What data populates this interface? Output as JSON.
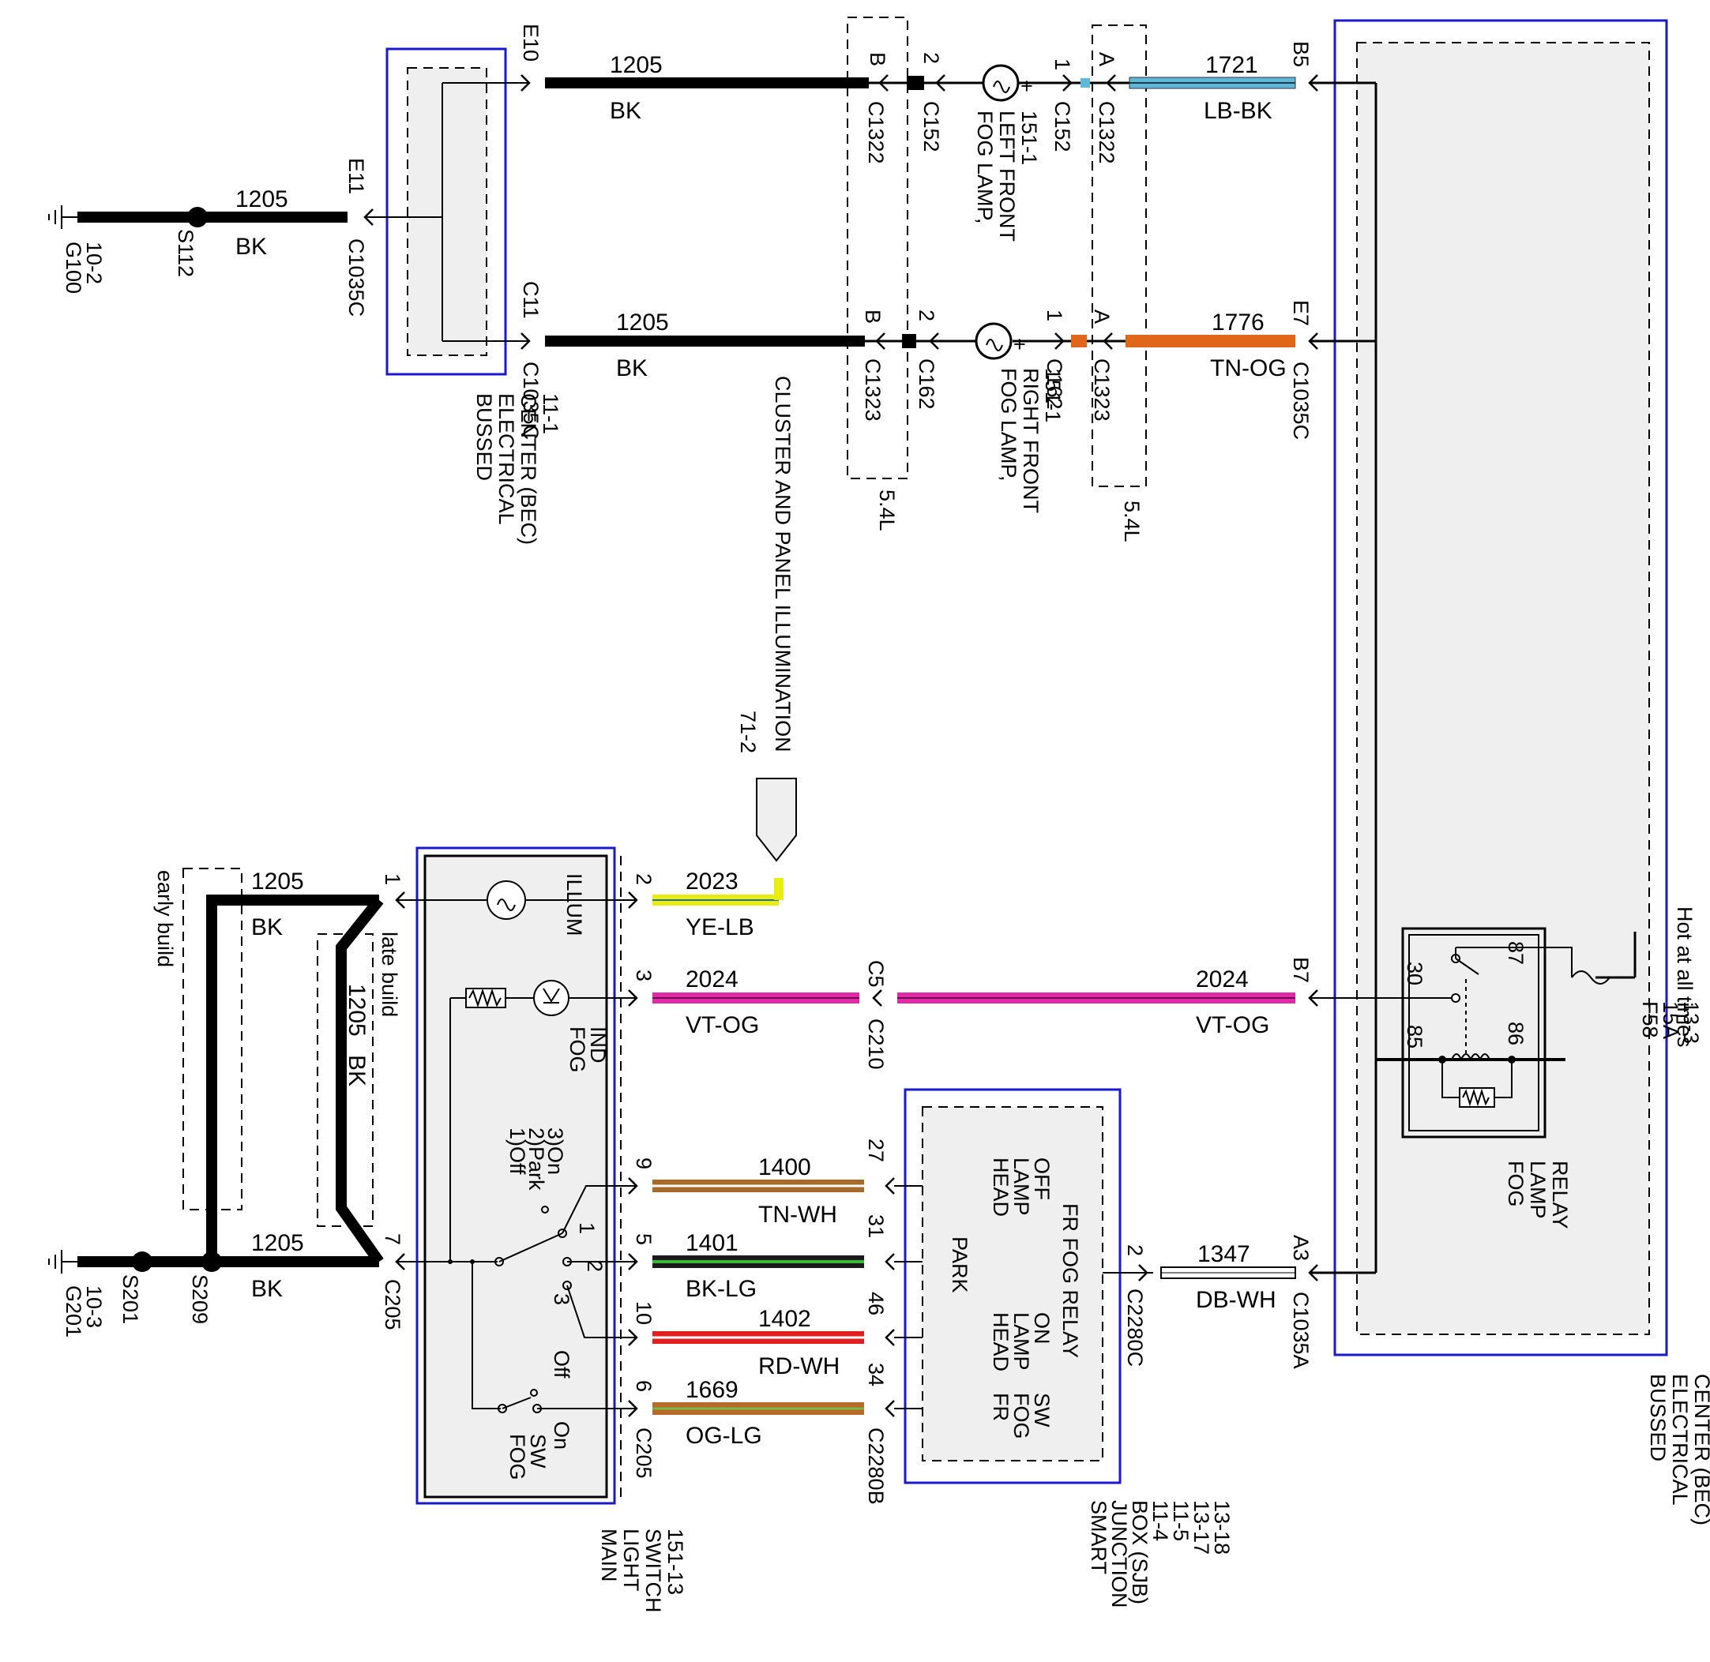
{
  "colors": {
    "BK": "#000000",
    "LB-BK": "#5fb8d8",
    "TN-OG": "#e0661a",
    "YE-LB": "#e8ee10",
    "VT-OG": "#e02aa8",
    "TN-WH": "#a86a2a",
    "BK-LG": "#2f8a2f",
    "RD-WH": "#e02020",
    "OG-LG": "#b86a2a",
    "DB-WH": "#7a7a9a",
    "box_border": "#1a1ac8",
    "box_fill": "#efefef"
  },
  "labels": {
    "hot_at_all_times": "Hot at all times",
    "fuse_name": "F58",
    "fuse_rating": "15A",
    "fuse_ref": "13-3",
    "cluster_panel": "CLUSTER AND PANEL ILLUMINATION",
    "cluster_panel_ref": "71-2",
    "early_build": "early build",
    "late_build": "late build",
    "illum": "ILLUM",
    "fog_ind_1": "FOG",
    "fog_ind_2": "IND",
    "pos_1": "1)Off",
    "pos_2": "2)Park",
    "pos_3": "3)On",
    "sw_1": "1",
    "sw_2": "2",
    "sw_3": "3",
    "fog_off": "Off",
    "fog_on": "On",
    "fog_sw_1": "FOG",
    "fog_sw_2": "SW",
    "relay_87": "87",
    "relay_30": "30",
    "relay_85": "85",
    "relay_86": "86",
    "fr_fog_relay": "FR FOG RELAY",
    "head_lamp_off_1": "HEAD",
    "head_lamp_off_2": "LAMP",
    "head_lamp_off_3": "OFF",
    "park": "PARK",
    "head_lamp_on_1": "HEAD",
    "head_lamp_on_2": "LAMP",
    "head_lamp_on_3": "ON",
    "fr_fog_sw_1": "FR",
    "fr_fog_sw_2": "FOG",
    "fr_fog_sw_3": "SW",
    "five_4l_a": "5.4L",
    "five_4l_b": "5.4L"
  },
  "components": {
    "bec_top": [
      "BUSSED",
      "ELECTRICAL",
      "CENTER (BEC)",
      "11-1"
    ],
    "bec_right": [
      "BUSSED",
      "ELECTRICAL",
      "CENTER (BEC)",
      "11-1"
    ],
    "fog_lf": [
      "FOG LAMP,",
      "LEFT FRONT",
      "151-1"
    ],
    "fog_rf": [
      "FOG LAMP,",
      "RIGHT FRONT",
      "151-1"
    ],
    "fog_relay": [
      "FOG",
      "LAMP",
      "RELAY"
    ],
    "main_switch": [
      "MAIN",
      "LIGHT",
      "SWITCH",
      "151-13"
    ],
    "sjb": [
      "SMART",
      "JUNCTION",
      "BOX (SJB)",
      "11-4",
      "11-5",
      "13-17",
      "13-18"
    ]
  },
  "grounds": {
    "g100": [
      "G100",
      "10-2"
    ],
    "g201": [
      "G201",
      "10-3"
    ]
  },
  "splices": {
    "s112": "S112",
    "s209": "S209",
    "s201": "S201"
  },
  "connectors": {
    "e10": "E10",
    "e11": "E11",
    "c1035c_e11": "C1035C",
    "c11": "C11",
    "c1035c_c11": "C1035C",
    "b_c1322": "B",
    "c1322_b": "C1322",
    "p2_c152": "2",
    "c152_2": "C152",
    "p1_c152": "1",
    "c152_1": "C152",
    "a_c1322": "A",
    "c1322_a": "C1322",
    "b5": "B5",
    "b_c1323": "B",
    "c1323_b": "C1323",
    "p2_c162": "2",
    "c162_2": "C162",
    "p1_c162": "1",
    "c162_1": "C162",
    "a_c1323": "A",
    "c1323_a": "C1323",
    "e7": "E7",
    "c1035c_e7": "C1035C",
    "b7": "B7",
    "a3": "A3",
    "c1035a": "C1035A",
    "p1_c205": "1",
    "p2_c205": "2",
    "p3_c205": "3",
    "p9_c205": "9",
    "p5_c205": "5",
    "p10_c205": "10",
    "p6_c205": "6",
    "p7_c205": "7",
    "c205_left": "C205",
    "c205_right": "C205",
    "c5": "C5",
    "c210": "C210",
    "p27": "27",
    "p31": "31",
    "p46": "46",
    "p34": "34",
    "c2280b": "C2280B",
    "p2_c2280c": "2",
    "c2280c": "C2280C"
  },
  "wires": [
    {
      "circuit": "1205",
      "color": "BK"
    },
    {
      "circuit": "1205",
      "color": "BK"
    },
    {
      "circuit": "1205",
      "color": "BK"
    },
    {
      "circuit": "1721",
      "color": "LB-BK"
    },
    {
      "circuit": "1776",
      "color": "TN-OG"
    },
    {
      "circuit": "1205",
      "color": "BK"
    },
    {
      "circuit": "1205",
      "color": "BK"
    },
    {
      "circuit": "1205",
      "color": "BK"
    },
    {
      "circuit": "2023",
      "color": "YE-LB"
    },
    {
      "circuit": "2024",
      "color": "VT-OG"
    },
    {
      "circuit": "2024",
      "color": "VT-OG"
    },
    {
      "circuit": "1400",
      "color": "TN-WH"
    },
    {
      "circuit": "1401",
      "color": "BK-LG"
    },
    {
      "circuit": "1402",
      "color": "RD-WH"
    },
    {
      "circuit": "1669",
      "color": "OG-LG"
    },
    {
      "circuit": "1347",
      "color": "DB-WH"
    }
  ]
}
